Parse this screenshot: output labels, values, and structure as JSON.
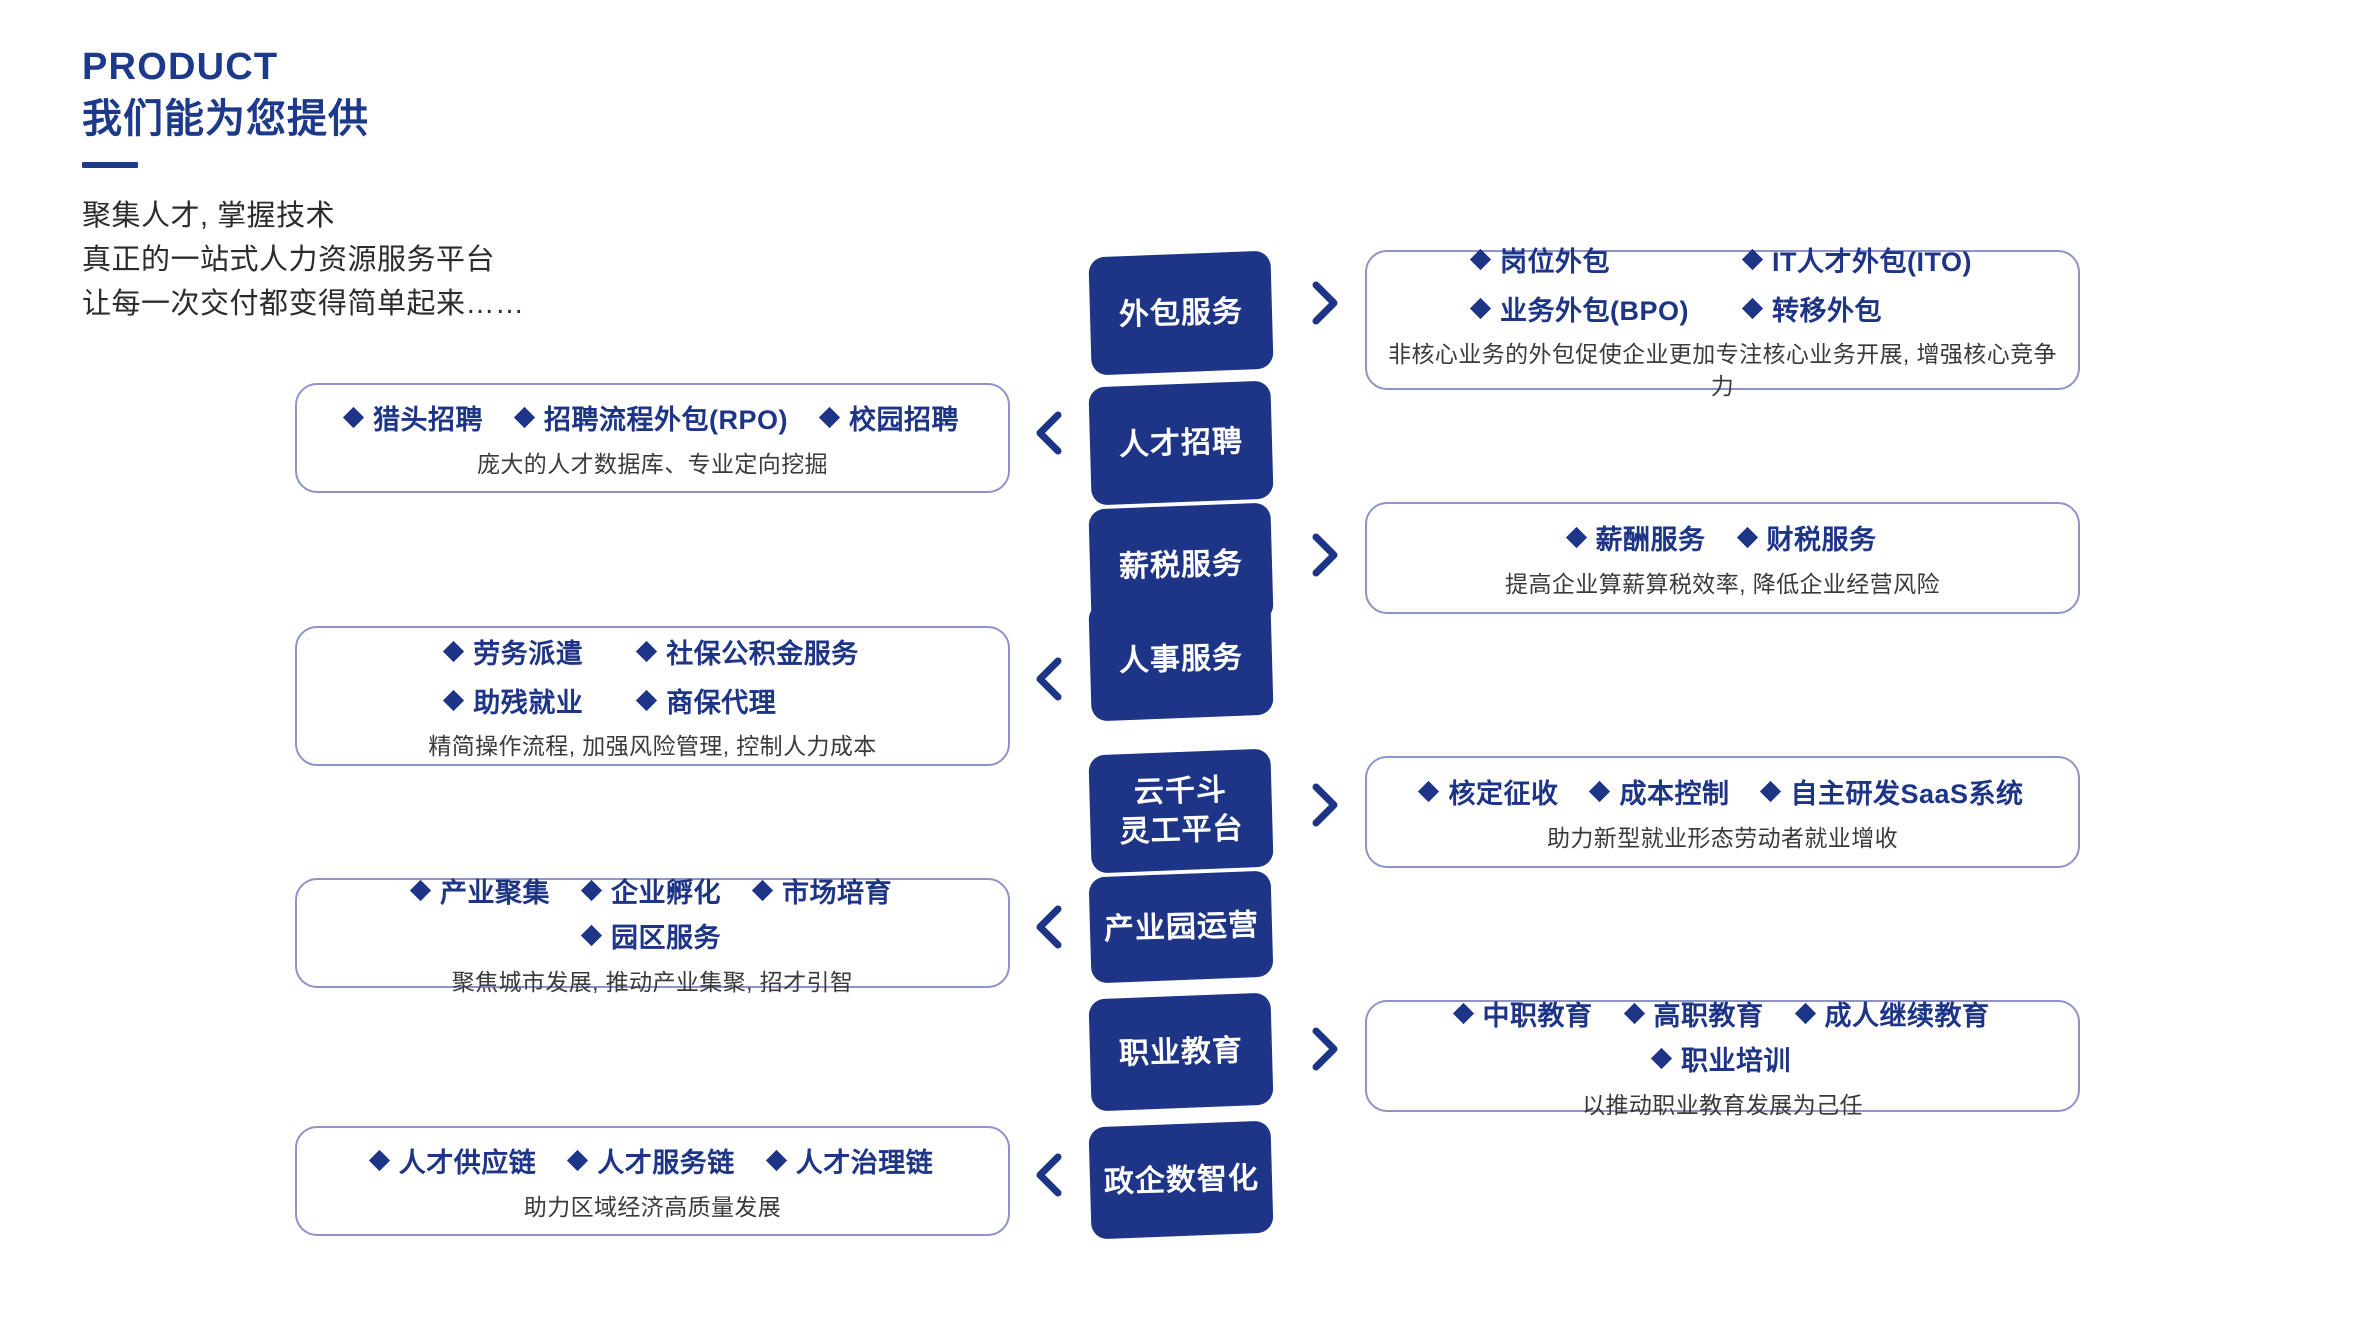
{
  "header": {
    "kicker": "PRODUCT",
    "headline": "我们能为您提供",
    "lede_lines": [
      "聚集人才, 掌握技术",
      "真正的一站式人力资源服务平台",
      "让每一次交付都变得简单起来……"
    ]
  },
  "colors": {
    "brand_blue": "#1d3487",
    "card_border": "#8e93c9",
    "text_dark": "#2b2b2b"
  },
  "icons": {
    "chevron_right": "chevron-right-icon",
    "chevron_left": "chevron-left-icon",
    "bullet": "diamond-bullet-icon"
  },
  "services": [
    {
      "label": "外包服务",
      "side": "right",
      "arrow": "chevron-right-icon",
      "layout": "grid2",
      "tags": [
        "岗位外包",
        "IT人才外包(ITO)",
        "业务外包(BPO)",
        "转移外包"
      ],
      "desc": "非核心业务的外包促使企业更加专注核心业务开展, 增强核心竞争力"
    },
    {
      "label": "人才招聘",
      "side": "left",
      "arrow": "chevron-left-icon",
      "layout": "row",
      "tags": [
        "猎头招聘",
        "招聘流程外包(RPO)",
        "校园招聘"
      ],
      "desc": "庞大的人才数据库、专业定向挖掘"
    },
    {
      "label": "薪税服务",
      "side": "right",
      "arrow": "chevron-right-icon",
      "layout": "row",
      "tags": [
        "薪酬服务",
        "财税服务"
      ],
      "desc": "提高企业算薪算税效率, 降低企业经营风险"
    },
    {
      "label": "人事服务",
      "side": "left",
      "arrow": "chevron-left-icon",
      "layout": "grid2",
      "tags": [
        "劳务派遣",
        "社保公积金服务",
        "助残就业",
        "商保代理"
      ],
      "desc": "精简操作流程, 加强风险管理, 控制人力成本"
    },
    {
      "label": "云千斗\n灵工平台",
      "side": "right",
      "arrow": "chevron-right-icon",
      "layout": "row",
      "tags": [
        "核定征收",
        "成本控制",
        "自主研发SaaS系统"
      ],
      "desc": "助力新型就业形态劳动者就业增收"
    },
    {
      "label": "产业园运营",
      "side": "left",
      "arrow": "chevron-left-icon",
      "layout": "row",
      "tags": [
        "产业聚集",
        "企业孵化",
        "市场培育",
        "园区服务"
      ],
      "desc": "聚焦城市发展, 推动产业集聚, 招才引智"
    },
    {
      "label": "职业教育",
      "side": "right",
      "arrow": "chevron-right-icon",
      "layout": "row",
      "tags": [
        "中职教育",
        "高职教育",
        "成人继续教育",
        "职业培训"
      ],
      "desc": "以推动职业教育发展为己任"
    },
    {
      "label": "政企数智化",
      "side": "left",
      "arrow": "chevron-left-icon",
      "layout": "row",
      "tags": [
        "人才供应链",
        "人才服务链",
        "人才治理链"
      ],
      "desc": "助力区域经济高质量发展"
    }
  ]
}
